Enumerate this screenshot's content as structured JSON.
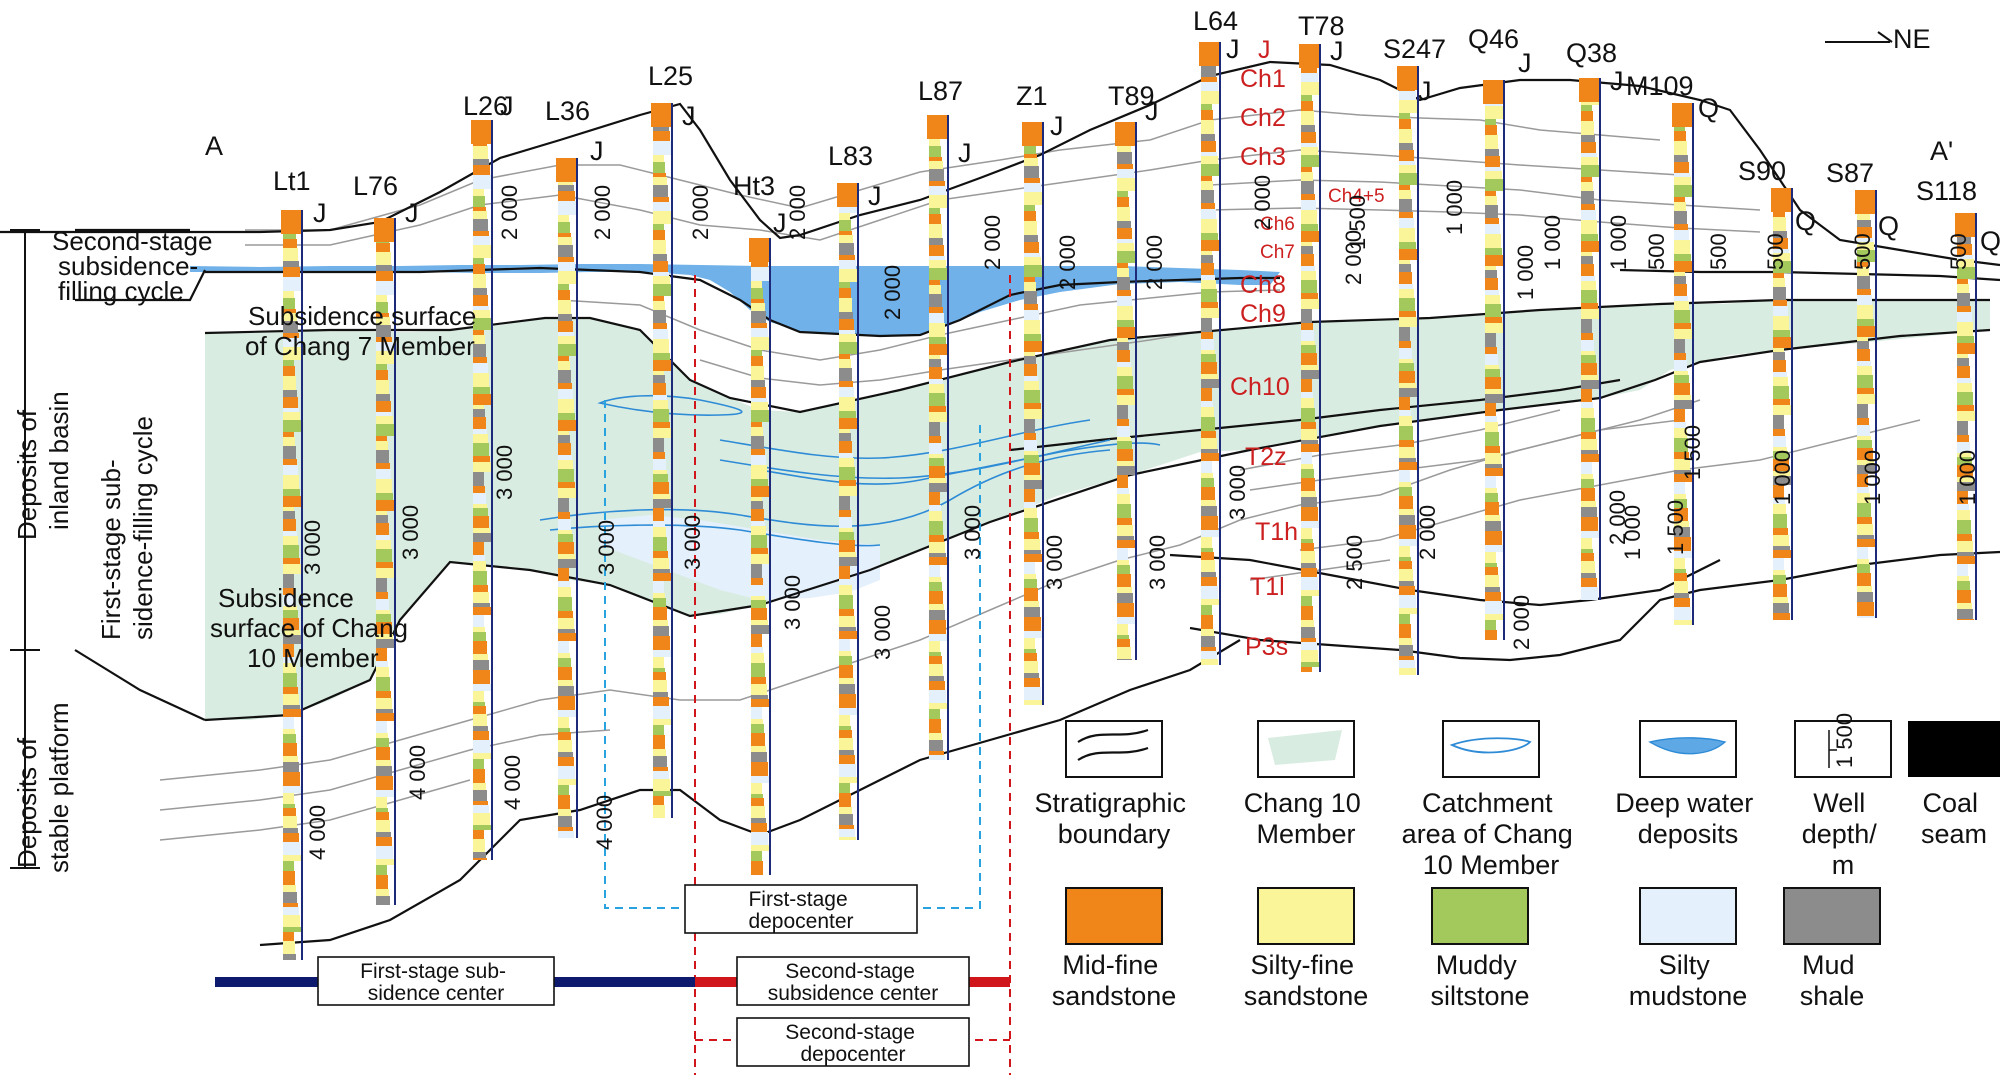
{
  "orientation": {
    "arrow_label": "NE",
    "start_label": "A",
    "end_label": "A'"
  },
  "wells": [
    {
      "name": "Lt1",
      "top_unit": "J"
    },
    {
      "name": "L76",
      "top_unit": "J"
    },
    {
      "name": "L26",
      "top_unit": "J"
    },
    {
      "name": "L36",
      "top_unit": "J"
    },
    {
      "name": "L25",
      "top_unit": "J"
    },
    {
      "name": "Ht3",
      "top_unit": "J"
    },
    {
      "name": "L83",
      "top_unit": "J"
    },
    {
      "name": "L87",
      "top_unit": "J"
    },
    {
      "name": "Z1",
      "top_unit": "J"
    },
    {
      "name": "T89",
      "top_unit": "J"
    },
    {
      "name": "L64",
      "top_unit": "J"
    },
    {
      "name": "T78",
      "top_unit": "J"
    },
    {
      "name": "S247",
      "top_unit": "J"
    },
    {
      "name": "Q46",
      "top_unit": "J"
    },
    {
      "name": "Q38",
      "top_unit": "J"
    },
    {
      "name": "M109",
      "top_unit": "Q"
    },
    {
      "name": "S90",
      "top_unit": "Q"
    },
    {
      "name": "S87",
      "top_unit": "Q"
    },
    {
      "name": "S118",
      "top_unit": "Q"
    }
  ],
  "depth_labels": [
    "2 000",
    "2 000",
    "2 000",
    "2 000",
    "2 000",
    "2 000",
    "2 000",
    "2 000",
    "2 000",
    "2 000",
    "1 500",
    "1 000",
    "1 000",
    "1 000",
    "1 000",
    "500",
    "500",
    "500",
    "500",
    "500",
    "3 000",
    "3 000",
    "3 000",
    "3 000",
    "3 000",
    "3 000",
    "3 000",
    "3 000",
    "3 000",
    "3 000",
    "2 500",
    "2 000",
    "2 000",
    "1 500",
    "2 000",
    "1 000",
    "1 000",
    "1 000",
    "1 000",
    "1 500",
    "3 000",
    "4 000",
    "4 000",
    "4 000",
    "4 000"
  ],
  "strat_units": [
    "J",
    "Ch1",
    "Ch2",
    "Ch3",
    "Ch4+5",
    "Ch6",
    "Ch7",
    "Ch8",
    "Ch9",
    "Ch10",
    "T2z",
    "T1h",
    "T1l",
    "P3s"
  ],
  "annotations": {
    "second_stage_cycle": [
      "Second-stage",
      "subsidence-",
      "filling cycle"
    ],
    "first_stage_cycle": [
      "First-stage sub-",
      "sidence-filling cycle"
    ],
    "subsidence_ch7": [
      "Subsidence surface",
      "of Chang 7 Member"
    ],
    "subsidence_ch10": [
      "Subsidence",
      "surface of Chang",
      "10 Member"
    ],
    "inland_basin": [
      "Deposits of",
      "inland basin"
    ],
    "stable_platform": [
      "Deposits of",
      "stable platform"
    ],
    "first_depocenter": [
      "First-stage",
      "depocenter"
    ],
    "first_subsidence_center": [
      "First-stage sub-",
      "sidence center"
    ],
    "second_subsidence_center": [
      "Second-stage",
      "subsidence center"
    ],
    "second_depocenter": [
      "Second-stage",
      "depocenter"
    ]
  },
  "legend": [
    {
      "key": "stratigraphic_boundary",
      "lines": [
        "Stratigraphic",
        "boundary"
      ]
    },
    {
      "key": "chang10_member",
      "lines": [
        "Chang 10",
        "Member"
      ],
      "color": "#d9ece1"
    },
    {
      "key": "catchment_area",
      "lines": [
        "Catchment",
        "area of Chang",
        "10 Member"
      ],
      "color": "#2e8bd6"
    },
    {
      "key": "deep_water",
      "lines": [
        "Deep water",
        "deposits"
      ],
      "color": "#5fa8e6"
    },
    {
      "key": "well_depth",
      "lines": [
        "Well",
        "depth/",
        "m"
      ],
      "sample": "1 500"
    },
    {
      "key": "coal_seam",
      "lines": [
        "Coal",
        "seam"
      ],
      "color": "#000000"
    },
    {
      "key": "mid_fine_sandstone",
      "lines": [
        "Mid-fine",
        "sandstone"
      ],
      "color": "#f0861a"
    },
    {
      "key": "silty_fine_sandstone",
      "lines": [
        "Silty-fine",
        "sandstone"
      ],
      "color": "#fbf59a"
    },
    {
      "key": "muddy_siltstone",
      "lines": [
        "Muddy",
        "siltstone"
      ],
      "color": "#a3c95c"
    },
    {
      "key": "silty_mudstone",
      "lines": [
        "Silty",
        "mudstone"
      ],
      "color": "#e4f0fb"
    },
    {
      "key": "mud_shale",
      "lines": [
        "Mud",
        "shale"
      ],
      "color": "#8c8c8c"
    }
  ],
  "colors": {
    "chang10_fill": "#d9ece1",
    "deep_water_fill": "#5fa8e6",
    "catchment_line": "#2e8bd6",
    "boundary_line": "#111111",
    "corr_line": "#9a9a9a",
    "first_center_bar": "#0d1a6e",
    "second_center_bar": "#d0161b",
    "first_depocenter_dash": "#29a3e0",
    "second_dash": "#d0161b",
    "strat_text": "#cc1f1f"
  }
}
